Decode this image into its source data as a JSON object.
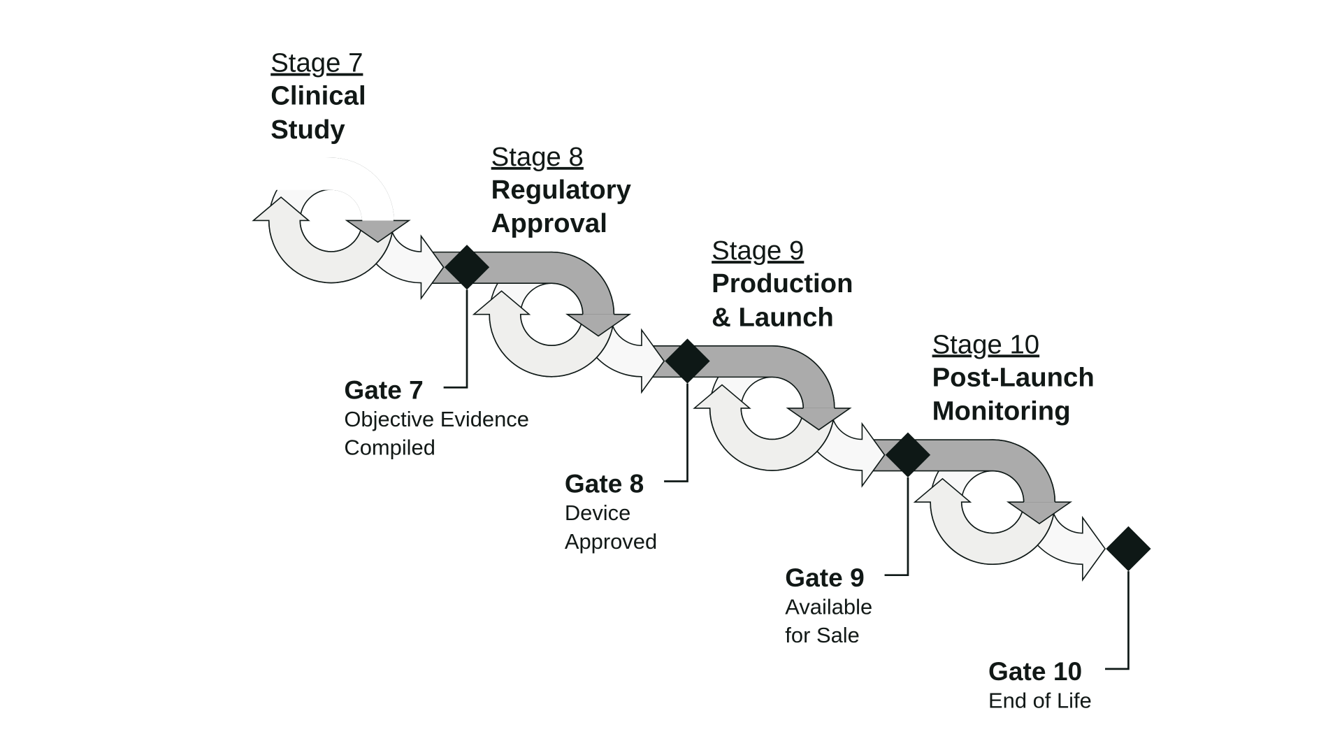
{
  "colors": {
    "band": "#ababab",
    "ring": "#efefed",
    "ring_light": "#f8f8f8",
    "ink": "#0e1816"
  },
  "stages": [
    {
      "number": "Stage 7",
      "title_lines": [
        "Clinical",
        "Study"
      ]
    },
    {
      "number": "Stage 8",
      "title_lines": [
        "Regulatory",
        "Approval"
      ]
    },
    {
      "number": "Stage 9",
      "title_lines": [
        "Production",
        "& Launch"
      ]
    },
    {
      "number": "Stage 10",
      "title_lines": [
        "Post-Launch",
        "Monitoring"
      ]
    }
  ],
  "gates": [
    {
      "title": "Gate 7",
      "desc_lines": [
        "Objective Evidence",
        "Compiled"
      ]
    },
    {
      "title": "Gate 8",
      "desc_lines": [
        "Device",
        "Approved"
      ]
    },
    {
      "title": "Gate 9",
      "desc_lines": [
        "Available",
        "for Sale"
      ]
    },
    {
      "title": "Gate 10",
      "desc_lines": [
        "End of Life"
      ]
    }
  ]
}
